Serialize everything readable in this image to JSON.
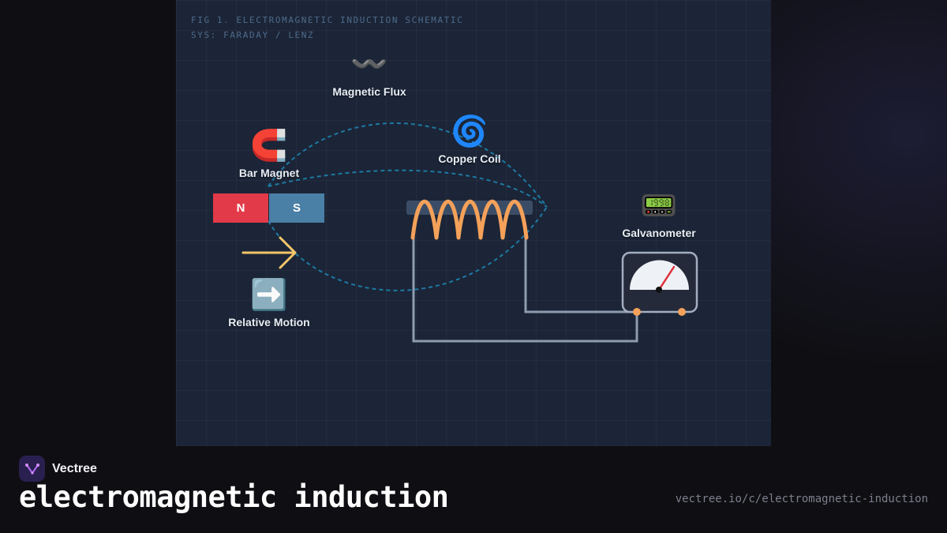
{
  "figure": {
    "caption_line1": "FIG 1. ELECTROMAGNETIC INDUCTION SCHEMATIC",
    "caption_line2": "SYS: FARADAY / LENZ"
  },
  "nodes": {
    "magnetic_flux": {
      "icon": "〰️",
      "icon_name": "wave-icon",
      "label": "Magnetic Flux"
    },
    "bar_magnet": {
      "icon": "🧲",
      "icon_name": "magnet-icon",
      "label": "Bar Magnet"
    },
    "copper_coil": {
      "icon": "🌀",
      "icon_name": "cyclone-icon",
      "label": "Copper Coil"
    },
    "galvanometer": {
      "icon": "📟",
      "icon_name": "pager-icon",
      "label": "Galvanometer"
    },
    "relative_motion": {
      "icon": "➡️",
      "icon_name": "right-arrow-icon",
      "label": "Relative Motion"
    }
  },
  "magnet": {
    "north_label": "N",
    "south_label": "S"
  },
  "colors": {
    "north_pole": "#e23a48",
    "south_pole": "#4a7fa6",
    "coil": "#f4a15a",
    "field_lines": "#1e87b5",
    "wire": "#8e9bb0",
    "motion_arrow": "#f7c56a",
    "needle": "#e0303a"
  },
  "footer": {
    "brand": "Vectree",
    "title": "electromagnetic induction",
    "url": "vectree.io/c/electromagnetic-induction"
  }
}
